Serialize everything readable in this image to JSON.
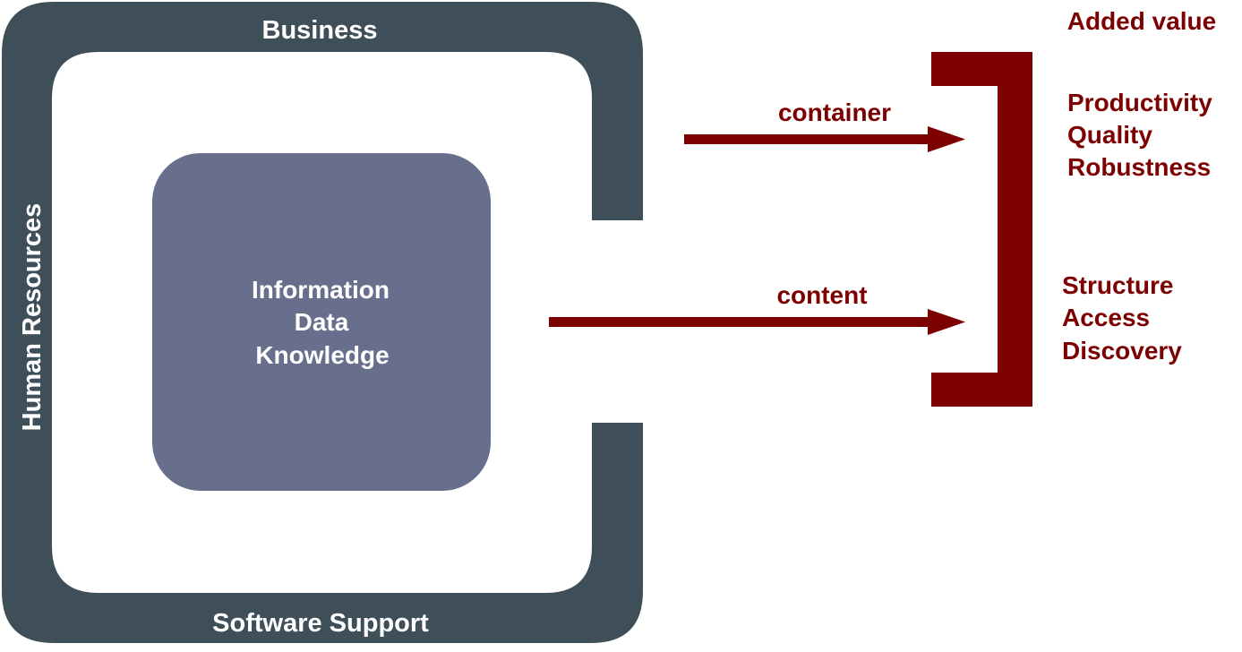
{
  "colors": {
    "frame": "#3f4f5a",
    "core": "#686f8c",
    "accent": "#7d0000",
    "frame_text": "#ffffff"
  },
  "frame": {
    "top_label": "Business",
    "left_label": "Human Resources",
    "bottom_label": "Software Support"
  },
  "core": {
    "lines": [
      "Information",
      "Data",
      "Knowledge"
    ]
  },
  "arrows": {
    "container_label": "container",
    "content_label": "content"
  },
  "added_value": {
    "title": "Added value",
    "container_benefits": [
      "Productivity",
      "Quality",
      "Robustness"
    ],
    "content_benefits": [
      "Structure",
      "Access",
      "Discovery"
    ]
  }
}
